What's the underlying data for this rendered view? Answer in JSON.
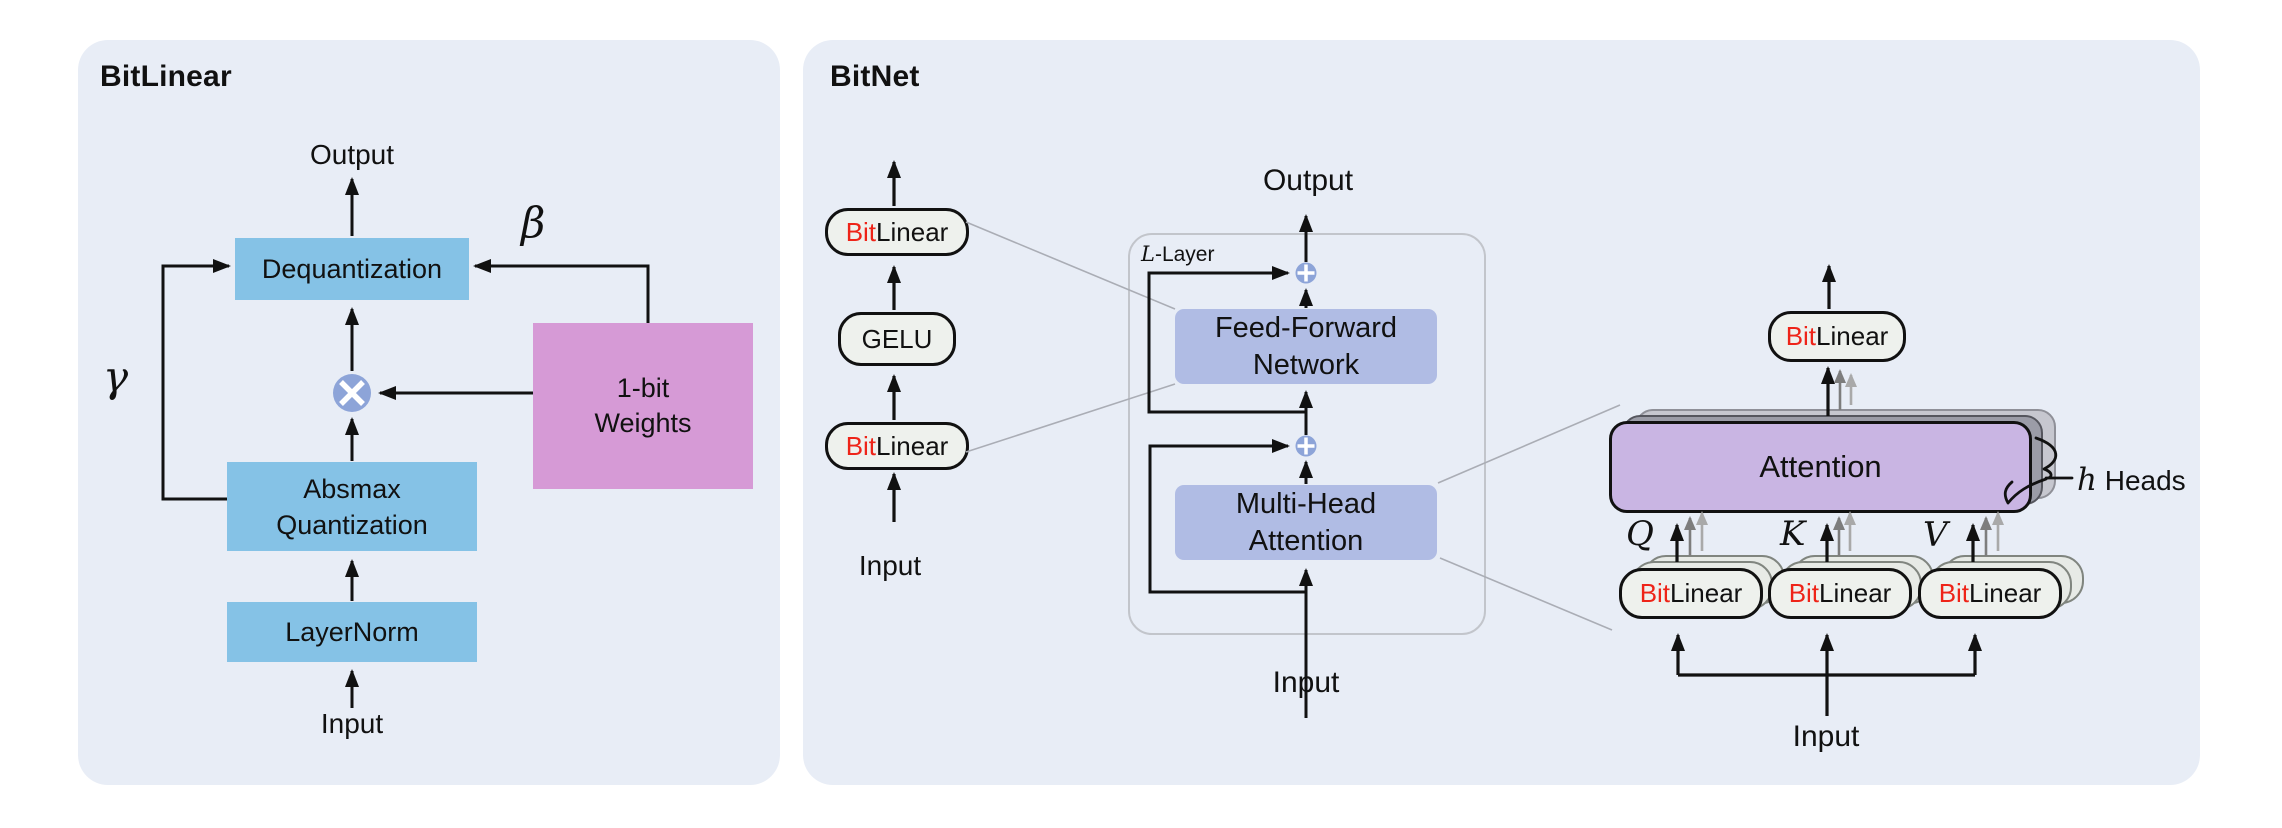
{
  "colors": {
    "panel-bg": "#e8edf6",
    "box-blue": "#85c2e6",
    "box-pink": "#d69ad6",
    "box-periwinkle": "#b0bce4",
    "box-purple": "#c9b5e3",
    "circle-blue": "#8da4d8",
    "pill-bg": "#eef1ed",
    "pill-ghost-bg": "#e7eae6",
    "bit-red": "#ee2418",
    "line-black": "#111111",
    "arrow-gray-dark": "#7d7d7d",
    "arrow-gray-light": "#a9a9a9",
    "stack-dark": "#9b9ca7",
    "stack-light": "#c6c7cf",
    "llayer-border": "#c2c5cb",
    "diagonal-gray": "#aaadb5"
  },
  "left_panel": {
    "title": "BitLinear",
    "output": "Output",
    "dequantization": "Dequantization",
    "beta": "β",
    "gamma": "γ",
    "weights_line1": "1-bit",
    "weights_line2": "Weights",
    "absmax_line1": "Absmax",
    "absmax_line2": "Quantization",
    "layernorm": "LayerNorm",
    "input": "Input"
  },
  "right_panel": {
    "title": "BitNet",
    "bit": "Bit",
    "linear": "Linear",
    "gelu": "GELU",
    "chain_input": "Input",
    "output": "Output",
    "layer_label_l": "L",
    "layer_label_suffix": "-Layer",
    "ffn_line1": "Feed-Forward",
    "ffn_line2": "Network",
    "mha_line1": "Multi-Head",
    "mha_line2": "Attention",
    "block_input": "Input",
    "attention": "Attention",
    "heads_h": "h",
    "heads_suffix": " Heads",
    "q": "Q",
    "k": "K",
    "v": "V",
    "qkv_input": "Input"
  }
}
